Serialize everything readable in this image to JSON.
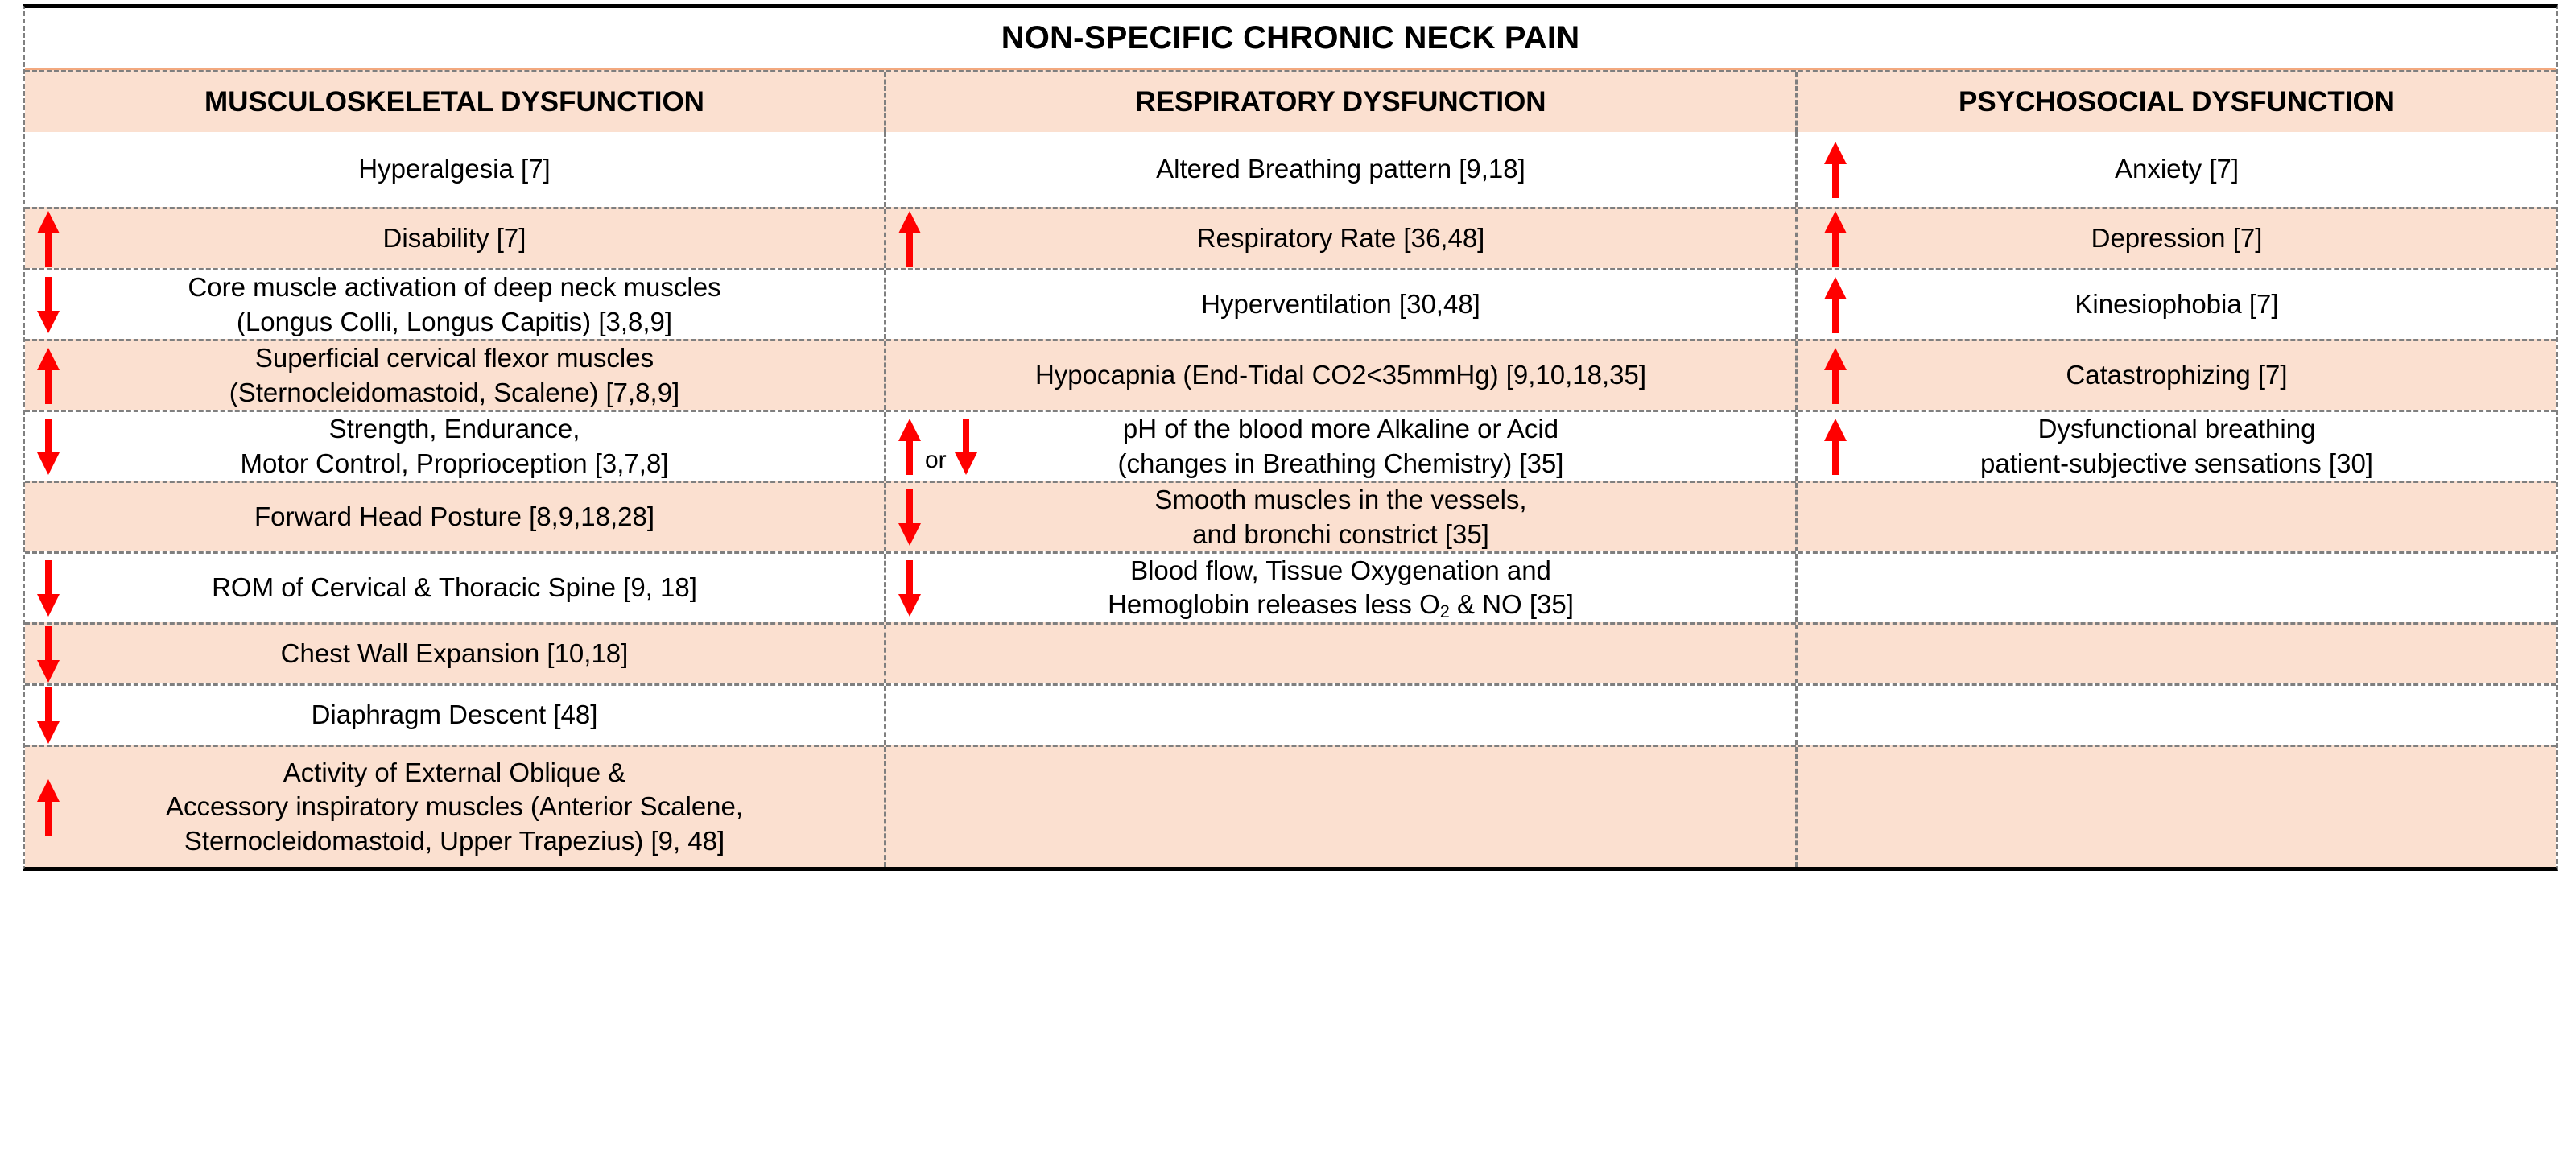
{
  "title": "NON-SPECIFIC CHRONIC NECK PAIN",
  "colors": {
    "header_fill": "#FBE0D0",
    "row_alt_fill": "#FBE0D0",
    "row_fill": "#FFFFFF",
    "arrow_red": "#FF0000",
    "border_dark": "#000000",
    "border_dashed": "#7F7F7F",
    "accent_orange": "#F3A97F"
  },
  "columns": [
    {
      "header": "MUSCULOSKELETAL DYSFUNCTION"
    },
    {
      "header": "RESPIRATORY DYSFUNCTION"
    },
    {
      "header": "PSYCHOSOCIAL DYSFUNCTION"
    }
  ],
  "rows": [
    {
      "fill": "white",
      "col1": {
        "arrow": "none",
        "lines": [
          "Hyperalgesia [7]"
        ]
      },
      "col2": {
        "arrow": "none",
        "lines": [
          "Altered Breathing pattern [9,18]"
        ]
      },
      "col3": {
        "arrow": "up",
        "lines": [
          "Anxiety [7]"
        ]
      }
    },
    {
      "fill": "peach",
      "col1": {
        "arrow": "up",
        "lines": [
          "Disability [7]"
        ]
      },
      "col2": {
        "arrow": "up",
        "lines": [
          "Respiratory Rate [36,48]"
        ]
      },
      "col3": {
        "arrow": "up",
        "lines": [
          "Depression [7]"
        ]
      }
    },
    {
      "fill": "white",
      "col1": {
        "arrow": "down",
        "lines": [
          "Core muscle activation of deep neck muscles",
          "(Longus Colli, Longus Capitis) [3,8,9]"
        ]
      },
      "col2": {
        "arrow": "none",
        "lines": [
          "Hyperventilation [30,48]"
        ]
      },
      "col3": {
        "arrow": "up",
        "lines": [
          "Kinesiophobia [7]"
        ]
      }
    },
    {
      "fill": "peach",
      "col1": {
        "arrow": "up",
        "lines": [
          "Superficial cervical flexor muscles",
          "(Sternocleidomastoid, Scalene) [7,8,9]"
        ]
      },
      "col2": {
        "arrow": "none",
        "lines": [
          "Hypocapnia  (End-Tidal CO2<35mmHg) [9,10,18,35]"
        ]
      },
      "col3": {
        "arrow": "up",
        "lines": [
          "Catastrophizing [7]"
        ]
      }
    },
    {
      "fill": "white",
      "col1": {
        "arrow": "down",
        "lines": [
          "Strength, Endurance,",
          "Motor Control, Proprioception [3,7,8]"
        ]
      },
      "col2": {
        "arrow": "up-or-down",
        "or_label": "or",
        "lines": [
          "pH of the blood more Alkaline or Acid",
          "(changes in Breathing Chemistry) [35]"
        ]
      },
      "col3": {
        "arrow": "up",
        "lines": [
          "Dysfunctional breathing",
          "patient-subjective sensations [30]"
        ]
      }
    },
    {
      "fill": "peach",
      "col1": {
        "arrow": "none",
        "lines": [
          "Forward Head Posture [8,9,18,28]"
        ]
      },
      "col2": {
        "arrow": "down",
        "lines": [
          "Smooth muscles in the vessels,",
          "and bronchi constrict [35]"
        ]
      },
      "col3": {
        "arrow": "none",
        "lines": [
          ""
        ]
      }
    },
    {
      "fill": "white",
      "col1": {
        "arrow": "down",
        "lines": [
          "ROM of Cervical & Thoracic Spine [9, 18]"
        ]
      },
      "col2": {
        "arrow": "down",
        "lines": [
          "Blood flow, Tissue Oxygenation and",
          "Hemoglobin releases less O<sub>2</sub> & NO [35]"
        ],
        "html": true
      },
      "col3": {
        "arrow": "none",
        "lines": [
          ""
        ]
      }
    },
    {
      "fill": "peach",
      "col1": {
        "arrow": "down",
        "lines": [
          "Chest Wall Expansion [10,18]"
        ]
      },
      "col2": {
        "arrow": "none",
        "lines": [
          ""
        ]
      },
      "col3": {
        "arrow": "none",
        "lines": [
          ""
        ]
      }
    },
    {
      "fill": "white",
      "col1": {
        "arrow": "down",
        "lines": [
          "Diaphragm Descent [48]"
        ]
      },
      "col2": {
        "arrow": "none",
        "lines": [
          ""
        ]
      },
      "col3": {
        "arrow": "none",
        "lines": [
          ""
        ]
      }
    },
    {
      "fill": "peach",
      "col1": {
        "arrow": "up",
        "lines": [
          "Activity of External Oblique &",
          "Accessory inspiratory muscles (Anterior Scalene,",
          "Sternocleidomastoid, Upper Trapezius) [9, 48]"
        ]
      },
      "col2": {
        "arrow": "none",
        "lines": [
          ""
        ]
      },
      "col3": {
        "arrow": "none",
        "lines": [
          ""
        ]
      }
    }
  ]
}
